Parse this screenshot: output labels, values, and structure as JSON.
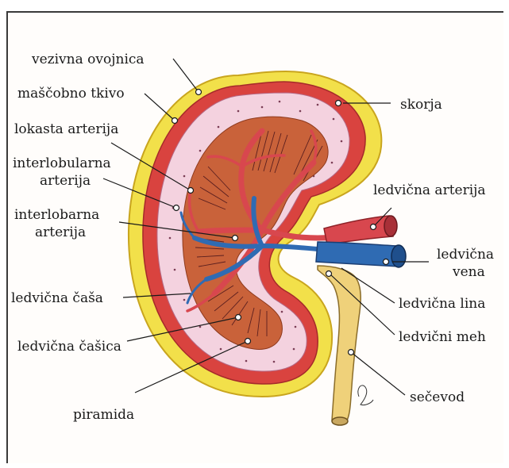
{
  "diagram": {
    "labels": {
      "vezivna_ovojnica": "vezivna ovojnica",
      "mascobno_tkivo": "maščobno tkivo",
      "lokasta_arterija": "lokasta arterija",
      "interlobularna_1": "interlobularna",
      "interlobularna_2": "arterija",
      "interlobarna_1": "interlobarna",
      "interlobarna_2": "arterija",
      "ledvicna_casa": "ledvična čaša",
      "ledvicna_casica": "ledvična čašica",
      "piramida": "piramida",
      "skorja": "skorja",
      "ledvicna_arterija": "ledvična arterija",
      "ledvicna_vena_1": "ledvična",
      "ledvicna_vena_2": "vena",
      "ledvicna_lina": "ledvična lina",
      "ledvicni_meh": "ledvični meh",
      "secevod": "sečevod"
    },
    "colors": {
      "fat": "#f2e04a",
      "capsule": "#d9433f",
      "cortex": "#f4d2df",
      "medulla": "#c9623a",
      "artery": "#d8474e",
      "vein": "#2f6bb3",
      "ureter": "#efd17a"
    }
  }
}
